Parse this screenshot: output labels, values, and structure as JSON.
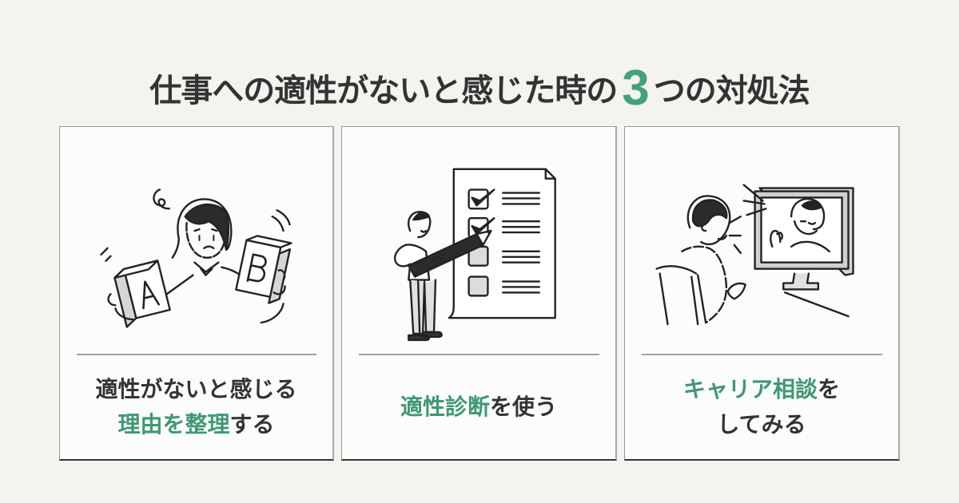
{
  "header": {
    "title_before": "仕事への適性がないと感じた時の",
    "title_number": "3",
    "title_after": "つの対処法"
  },
  "colors": {
    "background": "#f4f3ef",
    "accent_green": "#42a07c",
    "text_dark": "#333333",
    "card_background": "#fcfcfc"
  },
  "cards": [
    {
      "illustration": "person-choosing-between-a-and-b-icon",
      "illustration_labels": [
        "A",
        "B"
      ],
      "caption_lines": [
        [
          {
            "text": "適性がないと感じる",
            "highlight": false
          }
        ],
        [
          {
            "text": "理由を整理",
            "highlight": true
          },
          {
            "text": "する",
            "highlight": false
          }
        ]
      ]
    },
    {
      "illustration": "person-with-pencil-checklist-icon",
      "caption_lines": [
        [
          {
            "text": "適性診断",
            "highlight": true
          },
          {
            "text": "を使う",
            "highlight": false
          }
        ]
      ]
    },
    {
      "illustration": "video-call-consultation-icon",
      "caption_lines": [
        [
          {
            "text": "キャリア相談",
            "highlight": true
          },
          {
            "text": "を",
            "highlight": false
          }
        ],
        [
          {
            "text": "してみる",
            "highlight": false
          }
        ]
      ]
    }
  ]
}
